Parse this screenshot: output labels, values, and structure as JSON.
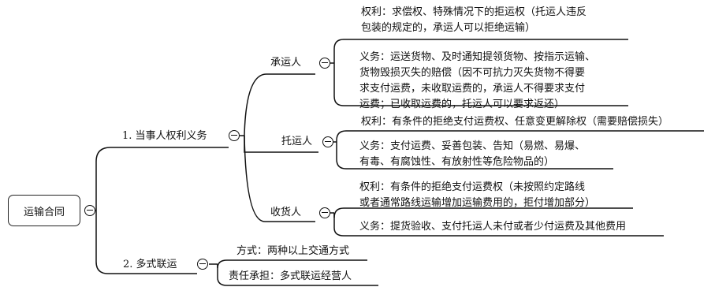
{
  "root": {
    "label": "运输合同"
  },
  "branches": [
    {
      "label": "1. 当事人权利义务",
      "children": [
        {
          "label": "承运人",
          "items": [
            {
              "lines": [
                "权利：求偿权、特殊情况下的拒运权（托运人违反",
                "包装的规定的，承运人可以拒绝运输）"
              ]
            },
            {
              "lines": [
                "义务：运送货物、及时通知提领货物、按指示运输、",
                "货物毁损灭失的赔偿（因不可抗力灭失货物不得要",
                "求支付运费，未收取运费的，承运人不得要求支付",
                "运费；已收取运费的，托运人可以要求返还）"
              ]
            }
          ]
        },
        {
          "label": "托运人",
          "items": [
            {
              "lines": [
                "权利：有条件的拒绝支付运费权、任意变更解除权（需要赔偿损失）"
              ]
            },
            {
              "lines": [
                "义务：支付运费、妥善包装、告知（易燃、易爆、",
                "有毒、有腐蚀性、有放射性等危险物品的）"
              ]
            }
          ]
        },
        {
          "label": "收货人",
          "items": [
            {
              "lines": [
                "权利：有条件的拒绝支付运费权（未按照约定路线",
                "或者通常路线运输增加运输费用的，拒付增加部分）"
              ]
            },
            {
              "lines": [
                "义务：提货验收、支付托运人未付或者少付运费及其他费用"
              ]
            }
          ]
        }
      ]
    },
    {
      "label": "2. 多式联运",
      "items": [
        {
          "lines": [
            "方式：两种以上交通方式"
          ]
        },
        {
          "lines": [
            "责任承担：多式联运经营人"
          ]
        }
      ]
    }
  ]
}
